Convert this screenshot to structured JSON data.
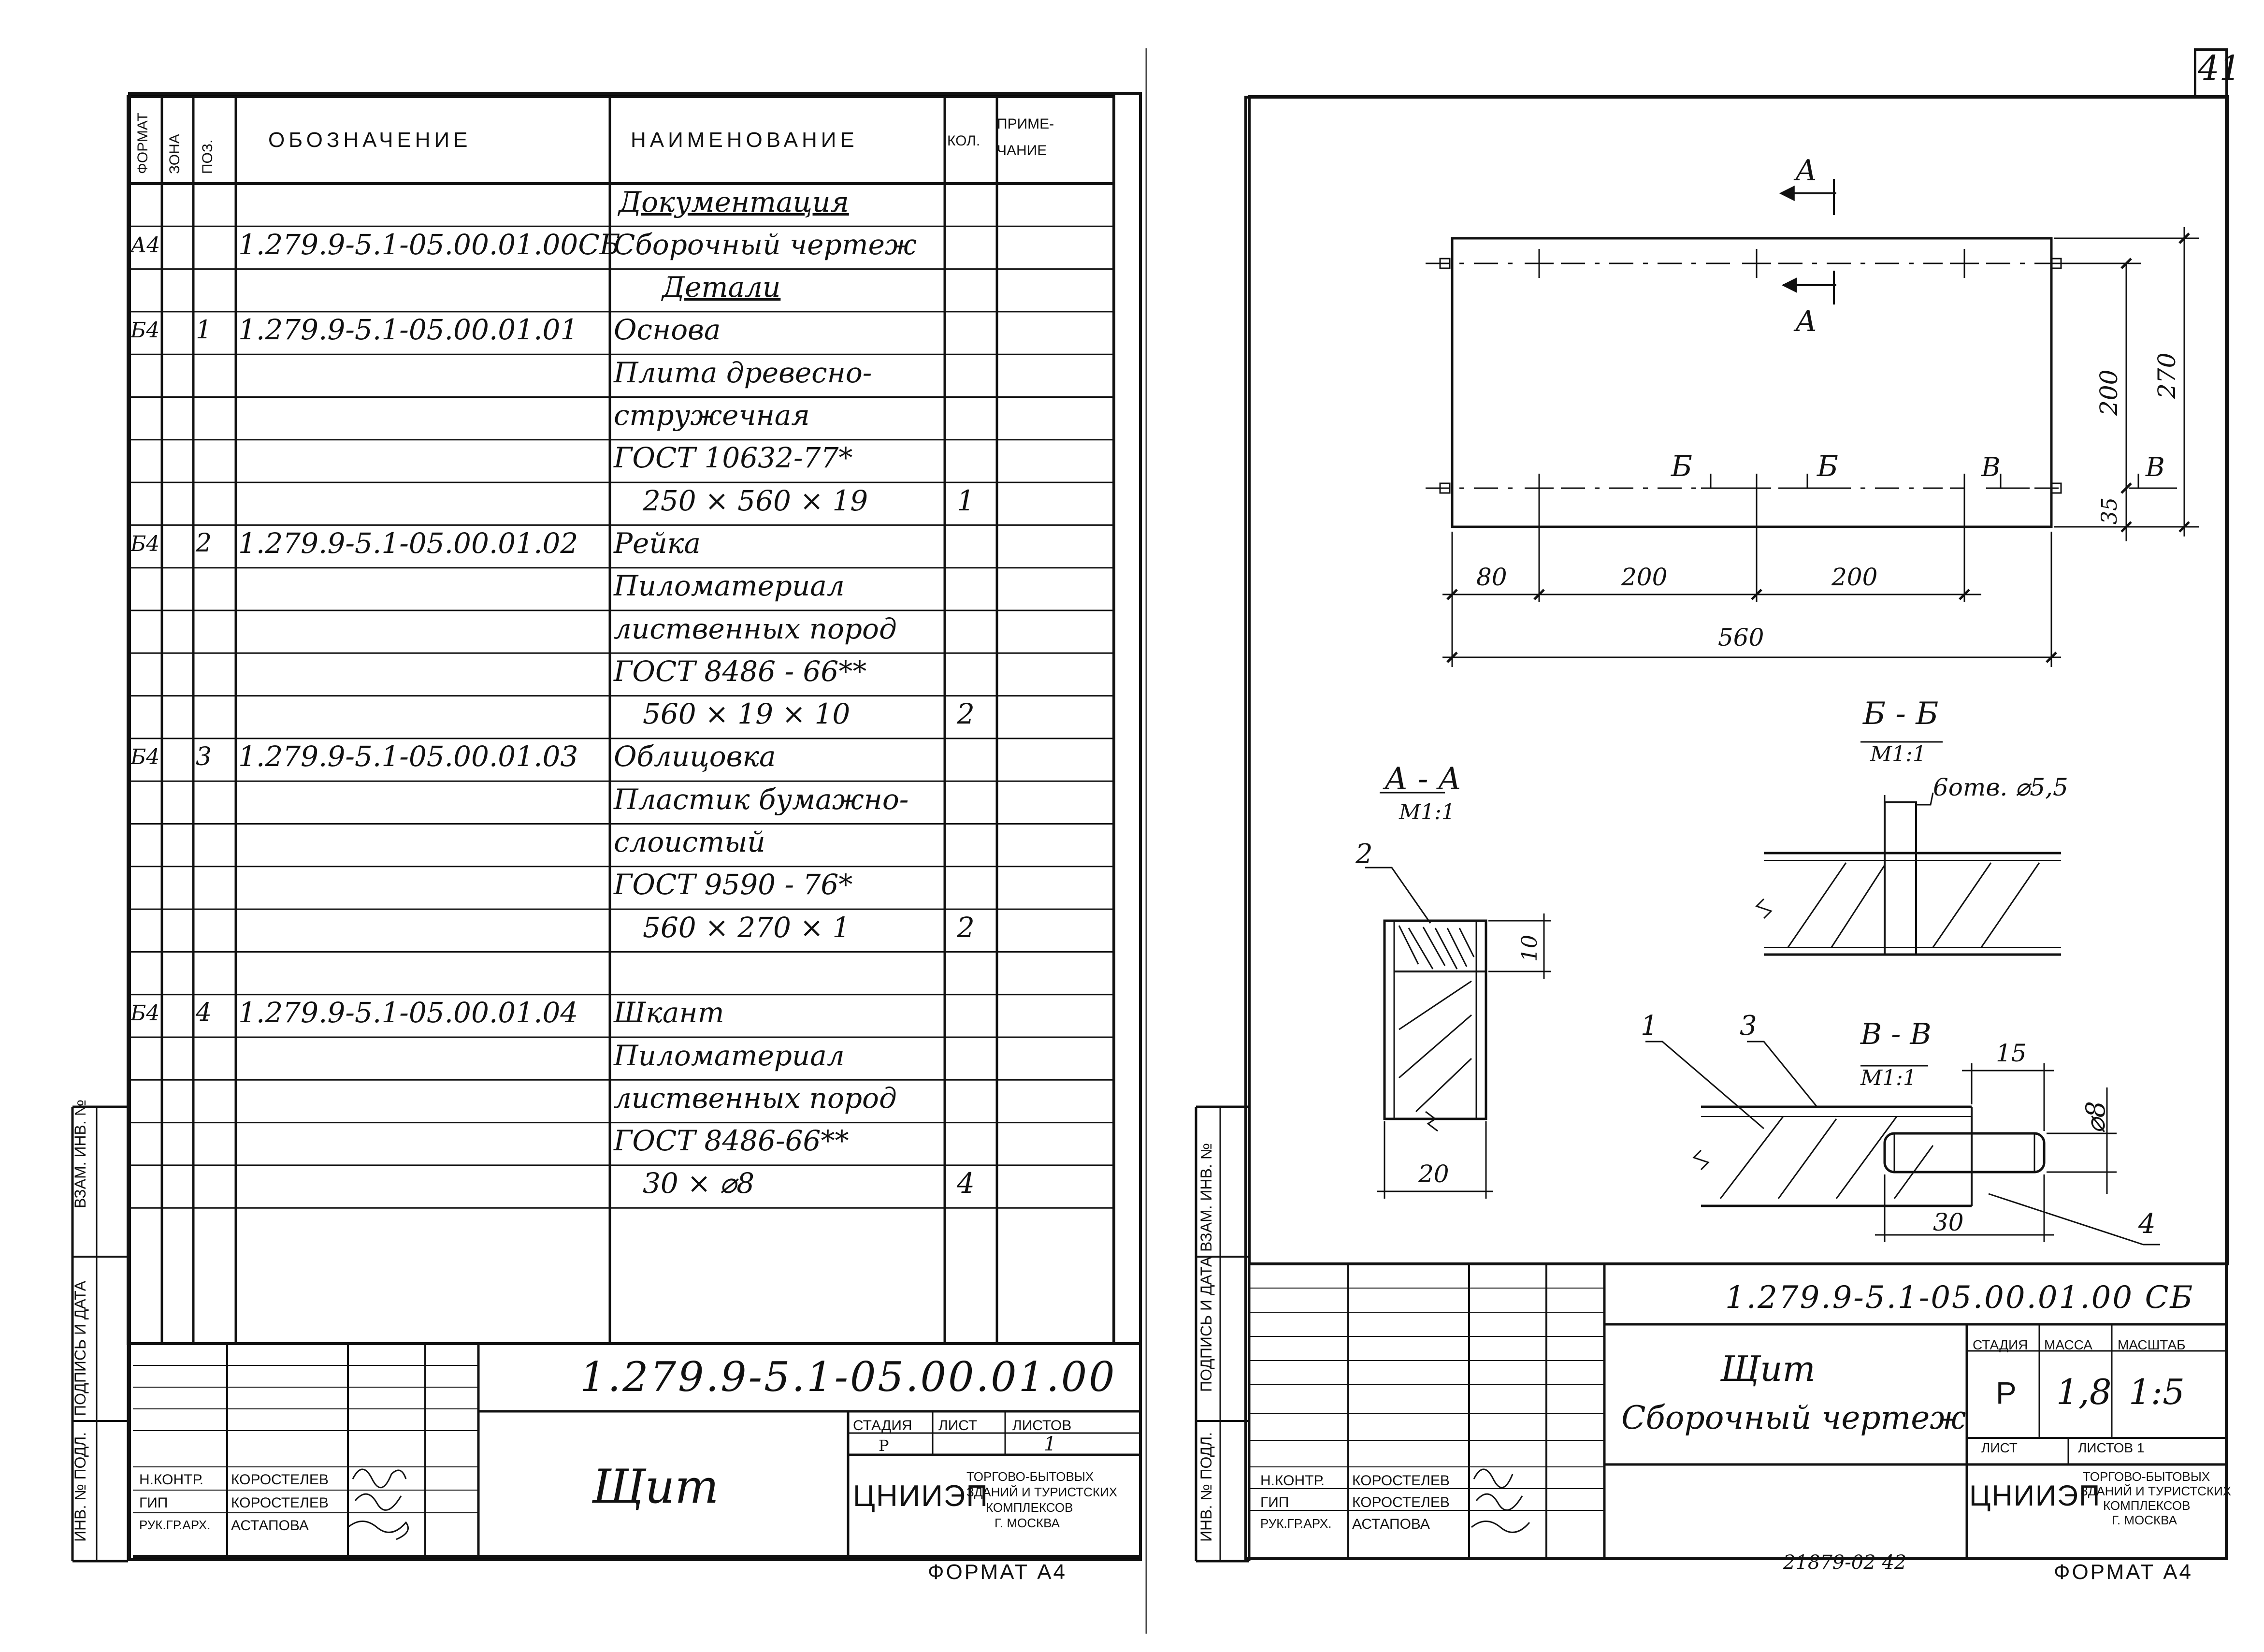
{
  "page_number": "41",
  "spec": {
    "headers": {
      "format": "Формат",
      "zone": "Зона",
      "pos": "Поз.",
      "designation": "Обозначение",
      "name": "Наименование",
      "qty": "Кол.",
      "note_1": "Приме-",
      "note_2": "чание"
    },
    "rows": [
      {
        "format": "",
        "pos": "",
        "designation": "",
        "name": "Документация",
        "qty": ""
      },
      {
        "format": "А4",
        "pos": "",
        "designation": "1.279.9-5.1-05.00.01.00СБ",
        "name": "Сборочный чертеж",
        "qty": ""
      },
      {
        "format": "",
        "pos": "",
        "designation": "",
        "name": "Детали",
        "qty": ""
      },
      {
        "format": "Б4",
        "pos": "1",
        "designation": "1.279.9-5.1-05.00.01.01",
        "name": "Основа",
        "qty": ""
      },
      {
        "format": "",
        "pos": "",
        "designation": "",
        "name": "Плита древесно-",
        "qty": ""
      },
      {
        "format": "",
        "pos": "",
        "designation": "",
        "name": "стружечная",
        "qty": ""
      },
      {
        "format": "",
        "pos": "",
        "designation": "",
        "name": "ГОСТ 10632-77*",
        "qty": ""
      },
      {
        "format": "",
        "pos": "",
        "designation": "",
        "name": "250 × 560 × 19",
        "qty": "1"
      },
      {
        "format": "Б4",
        "pos": "2",
        "designation": "1.279.9-5.1-05.00.01.02",
        "name": "Рейка",
        "qty": ""
      },
      {
        "format": "",
        "pos": "",
        "designation": "",
        "name": "Пиломатериал",
        "qty": ""
      },
      {
        "format": "",
        "pos": "",
        "designation": "",
        "name": "лиственных пород",
        "qty": ""
      },
      {
        "format": "",
        "pos": "",
        "designation": "",
        "name": "ГОСТ 8486 - 66**",
        "qty": ""
      },
      {
        "format": "",
        "pos": "",
        "designation": "",
        "name": "560 × 19 × 10",
        "qty": "2"
      },
      {
        "format": "Б4",
        "pos": "3",
        "designation": "1.279.9-5.1-05.00.01.03",
        "name": "Облицовка",
        "qty": ""
      },
      {
        "format": "",
        "pos": "",
        "designation": "",
        "name": "Пластик бумажно-",
        "qty": ""
      },
      {
        "format": "",
        "pos": "",
        "designation": "",
        "name": "слоистый",
        "qty": ""
      },
      {
        "format": "",
        "pos": "",
        "designation": "",
        "name": "ГОСТ 9590 - 76*",
        "qty": ""
      },
      {
        "format": "",
        "pos": "",
        "designation": "",
        "name": "560 × 270 × 1",
        "qty": "2"
      },
      {
        "format": "",
        "pos": "",
        "designation": "",
        "name": "",
        "qty": ""
      },
      {
        "format": "Б4",
        "pos": "4",
        "designation": "1.279.9-5.1-05.00.01.04",
        "name": "Шкант",
        "qty": ""
      },
      {
        "format": "",
        "pos": "",
        "designation": "",
        "name": "Пиломатериал",
        "qty": ""
      },
      {
        "format": "",
        "pos": "",
        "designation": "",
        "name": "лиственных пород",
        "qty": ""
      },
      {
        "format": "",
        "pos": "",
        "designation": "",
        "name": "ГОСТ 8486-66**",
        "qty": ""
      },
      {
        "format": "",
        "pos": "",
        "designation": "",
        "name": "30 × ⌀8",
        "qty": "4"
      }
    ]
  },
  "side_labels": {
    "inv_no_orig": "Инв. № подл.",
    "sign_date": "Подпись и дата",
    "replace_inv": "Взам. инв. №"
  },
  "left_title": {
    "designation": "1.279.9-5.1-05.00.01.00",
    "name": "Щит",
    "stage_label": "Стадия",
    "sheet_label": "Лист",
    "sheets_label": "Листов",
    "stage": "Р",
    "sheets": "1",
    "roles": [
      "Н.контр.",
      "ГИП",
      "Рук.гр.арх."
    ],
    "persons": [
      "Коростелев",
      "Коростелев",
      "Астапова"
    ],
    "org_logo": "ЦНИИЭП",
    "org_1": "торгово-бытовых",
    "org_2": "зданий и туристских",
    "org_3": "комплексов",
    "org_4": "г. Москва",
    "format": "Формат А4"
  },
  "right_title": {
    "designation": "1.279.9-5.1-05.00.01.00 СБ",
    "name_1": "Щит",
    "name_2": "Сборочный чертеж",
    "stage_label": "Стадия",
    "mass_label": "Масса",
    "scale_label": "Масштаб",
    "stage": "Р",
    "mass": "1,8",
    "scale": "1:5",
    "sheet_label": "Лист",
    "sheets_label": "Листов 1",
    "roles": [
      "Н.контр.",
      "ГИП",
      "Рук.гр.арх."
    ],
    "persons": [
      "Коростелев",
      "Коростелев",
      "Астапова"
    ],
    "org_logo": "ЦНИИЭП",
    "org_1": "торгово-бытовых",
    "org_2": "зданий и туристских",
    "org_3": "комплексов",
    "org_4": "г. Москва",
    "code": "21879-02   42",
    "format": "Формат А4"
  },
  "drawing": {
    "cut_a": "А",
    "cut_b": "Б",
    "cut_v": "В",
    "dim_80": "80",
    "dim_200a": "200",
    "dim_200b": "200",
    "dim_560": "560",
    "dim_200v": "200",
    "dim_270": "270",
    "dim_35": "35",
    "sec_aa": "А - А",
    "sec_aa_scale": "М1:1",
    "sec_bb": "Б - Б",
    "sec_bb_scale": "М1:1",
    "sec_vv": "В - В",
    "sec_vv_scale": "М1:1",
    "holes": "6отв. ⌀5,5",
    "dim_10": "10",
    "dim_20": "20",
    "dim_15": "15",
    "dim_d8": "⌀8",
    "dim_30": "30",
    "pos_1": "1",
    "pos_2": "2",
    "pos_3": "3",
    "pos_4": "4"
  }
}
